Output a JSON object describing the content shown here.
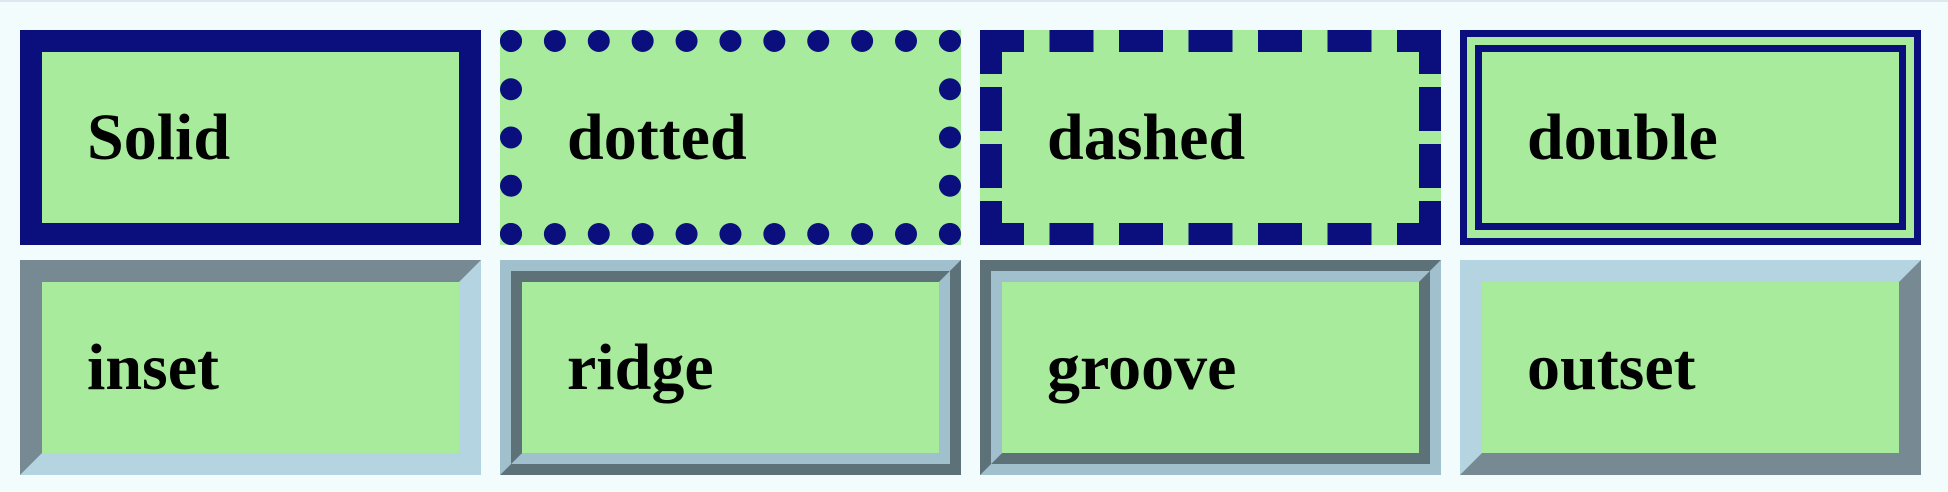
{
  "colors": {
    "background": "#f3fcfd",
    "box_fill": "#a8eb9c",
    "border_dark": "#0a0f7d",
    "border_shadow": "#778a93",
    "border_light": "#b3d4e0",
    "text": "#000000"
  },
  "boxes": [
    {
      "label": "Solid",
      "style": "solid"
    },
    {
      "label": "dotted",
      "style": "dotted"
    },
    {
      "label": "dashed",
      "style": "dashed"
    },
    {
      "label": "double",
      "style": "double"
    },
    {
      "label": "inset",
      "style": "inset"
    },
    {
      "label": "ridge",
      "style": "ridge"
    },
    {
      "label": "groove",
      "style": "groove"
    },
    {
      "label": "outset",
      "style": "outset"
    }
  ]
}
